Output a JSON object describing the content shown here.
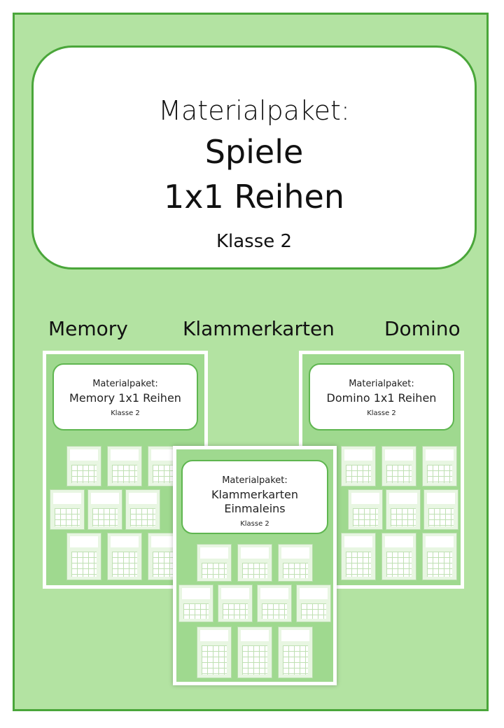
{
  "cover": {
    "line1": "Materialpaket:",
    "line2": "Spiele",
    "line3": "1x1 Reihen",
    "line4": "Klasse 2"
  },
  "sections": {
    "memory": "Memory",
    "klammerkarten": "Klammerkarten",
    "domino": "Domino"
  },
  "previews": {
    "memory": {
      "line1": "Materialpaket:",
      "line2": "Memory 1x1 Reihen",
      "line3": "Klasse 2"
    },
    "domino": {
      "line1": "Materialpaket:",
      "line2": "Domino 1x1 Reihen",
      "line3": "Klasse 2"
    },
    "klammer": {
      "line1": "Materialpaket:",
      "line2": "Klammerkarten",
      "line2b": "Einmaleins",
      "line3": "Klasse 2"
    }
  },
  "colors": {
    "frame": "#4aa63a",
    "background": "#b3e3a2"
  }
}
